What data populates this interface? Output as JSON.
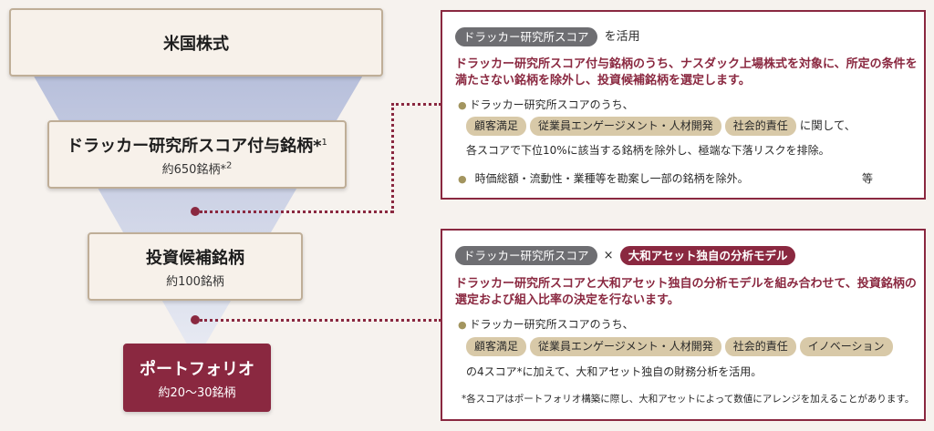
{
  "stages": [
    {
      "title": "米国株式",
      "sub": ""
    },
    {
      "title": "ドラッカー研究所スコア付与銘柄*",
      "title_sup": "1",
      "sub": "約650銘柄*",
      "sub_sup": "2"
    },
    {
      "title": "投資候補銘柄",
      "sub": "約100銘柄"
    },
    {
      "title": "ポートフォリオ",
      "sub": "約20～30銘柄"
    }
  ],
  "panel1": {
    "header_pill": "ドラッカー研究所スコア",
    "header_suffix": "を活用",
    "lead_line1": "ドラッカー研究所スコア付与銘柄のうち、ナスダック上場株式を対象に、所定の条件を",
    "lead_line2": "満たさない銘柄を除外し、投資候補銘柄を選定します。",
    "bullet1": "ドラッカー研究所スコアのうち、",
    "tags": [
      "顧客満足",
      "従業員エンゲージメント・人材開発",
      "社会的責任"
    ],
    "tags_suffix": "に関して、",
    "line3": "各スコアで下位10%に該当する銘柄を除外し、極端な下落リスクを排除。",
    "bullet2": "時価総額・流動性・業種等を勘案し一部の銘柄を除外。",
    "etc": "等"
  },
  "panel2": {
    "pill1": "ドラッカー研究所スコア",
    "times": "×",
    "pill2": "大和アセット独自の分析モデル",
    "lead_line1": "ドラッカー研究所スコアと大和アセット独自の分析モデルを組み合わせて、投資銘柄の",
    "lead_line2": "選定および組入比率の決定を行ないます。",
    "bullet1": "ドラッカー研究所スコアのうち、",
    "tags": [
      "顧客満足",
      "従業員エンゲージメント・人材開発",
      "社会的責任",
      "イノベーション"
    ],
    "line3": "の4スコア*に加えて、大和アセット独自の財務分析を活用。",
    "note": "*各スコアはポートフォリオ構築に際し、大和アセットによって数値にアレンジを加えることがあります。"
  },
  "colors": {
    "accent": "#8a2840",
    "tag": "#d8c9a8",
    "pill_gray": "#6e6e72",
    "funnel": "#c3cbe2"
  }
}
